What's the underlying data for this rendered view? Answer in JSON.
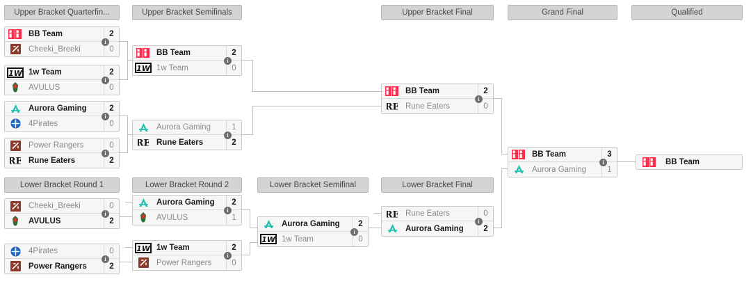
{
  "page": {
    "title": "Tournament Bracket",
    "accent_win": "#1a1a1a",
    "accent_lose": "#8a8a8a",
    "header_bg": "#d4d4d4",
    "box_bg": "#f6f6f6",
    "line_color": "#bdbdbd",
    "info_glyph": "i"
  },
  "headers": [
    {
      "id": "ub-qf",
      "label": "Upper Bracket Quarterfin..."
    },
    {
      "id": "ub-sf",
      "label": "Upper Bracket Semifinals"
    },
    {
      "id": "ub-f",
      "label": "Upper Bracket Final"
    },
    {
      "id": "gf",
      "label": "Grand Final"
    },
    {
      "id": "qual",
      "label": "Qualified"
    },
    {
      "id": "lb-r1",
      "label": "Lower Bracket Round 1"
    },
    {
      "id": "lb-r2",
      "label": "Lower Bracket Round 2"
    },
    {
      "id": "lb-sf",
      "label": "Lower Bracket Semifinal"
    },
    {
      "id": "lb-f",
      "label": "Lower Bracket Final"
    }
  ],
  "matches": {
    "ubqf1": {
      "top": {
        "team": "BB Team",
        "logo": "bb-team-logo",
        "score": "2",
        "winner": true
      },
      "bottom": {
        "team": "Cheeki_Breeki",
        "logo": "cheeki-breeki-logo",
        "score": "0",
        "winner": false
      }
    },
    "ubqf2": {
      "top": {
        "team": "1w Team",
        "logo": "1w-team-logo",
        "score": "2",
        "winner": true
      },
      "bottom": {
        "team": "AVULUS",
        "logo": "avulus-logo",
        "score": "0",
        "winner": false
      }
    },
    "ubqf3": {
      "top": {
        "team": "Aurora Gaming",
        "logo": "aurora-gaming-logo",
        "score": "2",
        "winner": true
      },
      "bottom": {
        "team": "4Pirates",
        "logo": "4pirates-logo",
        "score": "0",
        "winner": false
      }
    },
    "ubqf4": {
      "top": {
        "team": "Power Rangers",
        "logo": "power-rangers-logo",
        "score": "0",
        "winner": false
      },
      "bottom": {
        "team": "Rune Eaters",
        "logo": "rune-eaters-logo",
        "score": "2",
        "winner": true
      }
    },
    "ubsf1": {
      "top": {
        "team": "BB Team",
        "logo": "bb-team-logo",
        "score": "2",
        "winner": true
      },
      "bottom": {
        "team": "1w Team",
        "logo": "1w-team-logo",
        "score": "0",
        "winner": false
      }
    },
    "ubsf2": {
      "top": {
        "team": "Aurora Gaming",
        "logo": "aurora-gaming-logo",
        "score": "1",
        "winner": false
      },
      "bottom": {
        "team": "Rune Eaters",
        "logo": "rune-eaters-logo",
        "score": "2",
        "winner": true
      }
    },
    "ubf": {
      "top": {
        "team": "BB Team",
        "logo": "bb-team-logo",
        "score": "2",
        "winner": true
      },
      "bottom": {
        "team": "Rune Eaters",
        "logo": "rune-eaters-logo",
        "score": "0",
        "winner": false
      }
    },
    "gf": {
      "top": {
        "team": "BB Team",
        "logo": "bb-team-logo",
        "score": "3",
        "winner": true
      },
      "bottom": {
        "team": "Aurora Gaming",
        "logo": "aurora-gaming-logo",
        "score": "1",
        "winner": false
      }
    },
    "qualified": {
      "top": {
        "team": "BB Team",
        "logo": "bb-team-logo",
        "score": "",
        "winner": true
      }
    },
    "lbr1a": {
      "top": {
        "team": "Cheeki_Breeki",
        "logo": "cheeki-breeki-logo",
        "score": "0",
        "winner": false
      },
      "bottom": {
        "team": "AVULUS",
        "logo": "avulus-logo",
        "score": "2",
        "winner": true
      }
    },
    "lbr1b": {
      "top": {
        "team": "4Pirates",
        "logo": "4pirates-logo",
        "score": "0",
        "winner": false
      },
      "bottom": {
        "team": "Power Rangers",
        "logo": "power-rangers-logo",
        "score": "2",
        "winner": true
      }
    },
    "lbr2a": {
      "top": {
        "team": "Aurora Gaming",
        "logo": "aurora-gaming-logo",
        "score": "2",
        "winner": true
      },
      "bottom": {
        "team": "AVULUS",
        "logo": "avulus-logo",
        "score": "1",
        "winner": false
      }
    },
    "lbr2b": {
      "top": {
        "team": "1w Team",
        "logo": "1w-team-logo",
        "score": "2",
        "winner": true
      },
      "bottom": {
        "team": "Power Rangers",
        "logo": "power-rangers-logo",
        "score": "0",
        "winner": false
      }
    },
    "lbsf": {
      "top": {
        "team": "Aurora Gaming",
        "logo": "aurora-gaming-logo",
        "score": "2",
        "winner": true
      },
      "bottom": {
        "team": "1w Team",
        "logo": "1w-team-logo",
        "score": "0",
        "winner": false
      }
    },
    "lbf": {
      "top": {
        "team": "Rune Eaters",
        "logo": "rune-eaters-logo",
        "score": "0",
        "winner": false
      },
      "bottom": {
        "team": "Aurora Gaming",
        "logo": "aurora-gaming-logo",
        "score": "2",
        "winner": true
      }
    }
  }
}
